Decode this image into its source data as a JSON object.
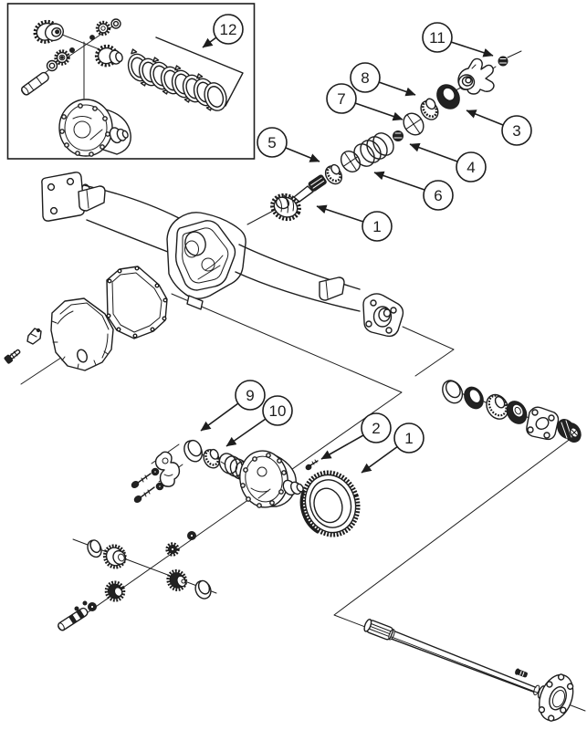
{
  "figure": {
    "kind": "exploded-parts-diagram",
    "subject": "rear axle and differential assembly",
    "background_color": "#ffffff",
    "line_color": "#1d1d1d",
    "callouts": [
      {
        "id": "callout-1-drive-pinion",
        "label": "1"
      },
      {
        "id": "callout-1-ring-gear",
        "label": "1"
      },
      {
        "id": "callout-2-bolt",
        "label": "2"
      },
      {
        "id": "callout-3-seal",
        "label": "3"
      },
      {
        "id": "callout-4-nut",
        "label": "4"
      },
      {
        "id": "callout-5-bearing",
        "label": "5"
      },
      {
        "id": "callout-6-spacer",
        "label": "6"
      },
      {
        "id": "callout-7-washer",
        "label": "7"
      },
      {
        "id": "callout-8-bearing",
        "label": "8"
      },
      {
        "id": "callout-9-ring",
        "label": "9"
      },
      {
        "id": "callout-10-bearing",
        "label": "10"
      },
      {
        "id": "callout-11-nut",
        "label": "11"
      },
      {
        "id": "callout-12-clutch-pack",
        "label": "12"
      }
    ]
  }
}
